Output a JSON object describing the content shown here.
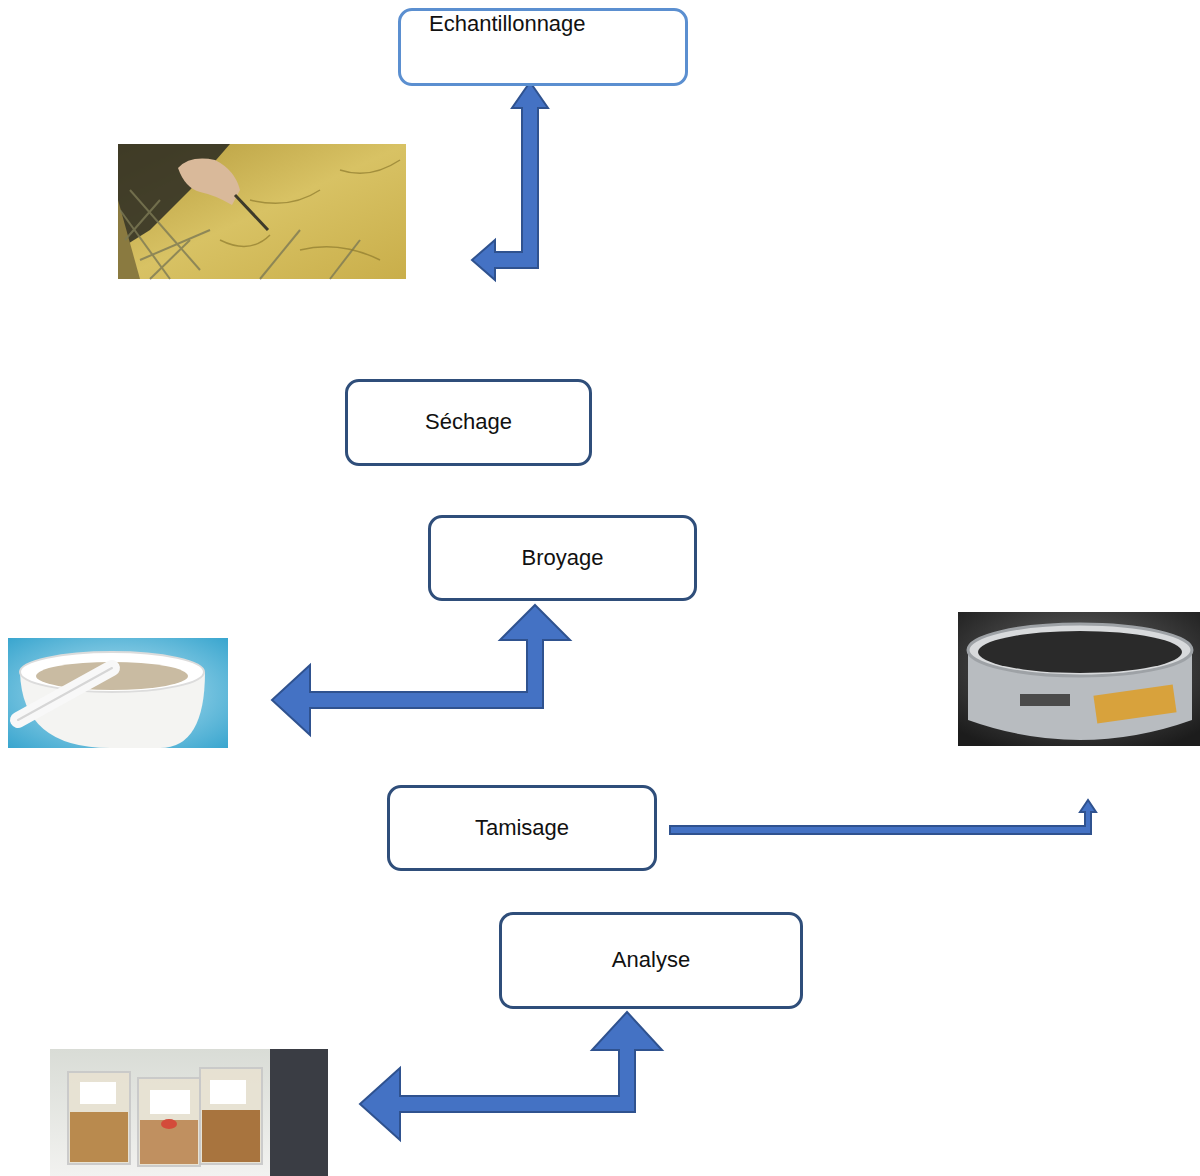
{
  "diagram": {
    "nodes": [
      {
        "text": [
          "Echantillonnage"
        ]
      },
      {
        "text": [
          "Séchage"
        ]
      },
      {
        "text": [
          "Broyage"
        ]
      },
      {
        "text": [
          "Tamisage"
        ]
      },
      {
        "text": [
          "Analyse"
        ]
      }
    ]
  }
}
